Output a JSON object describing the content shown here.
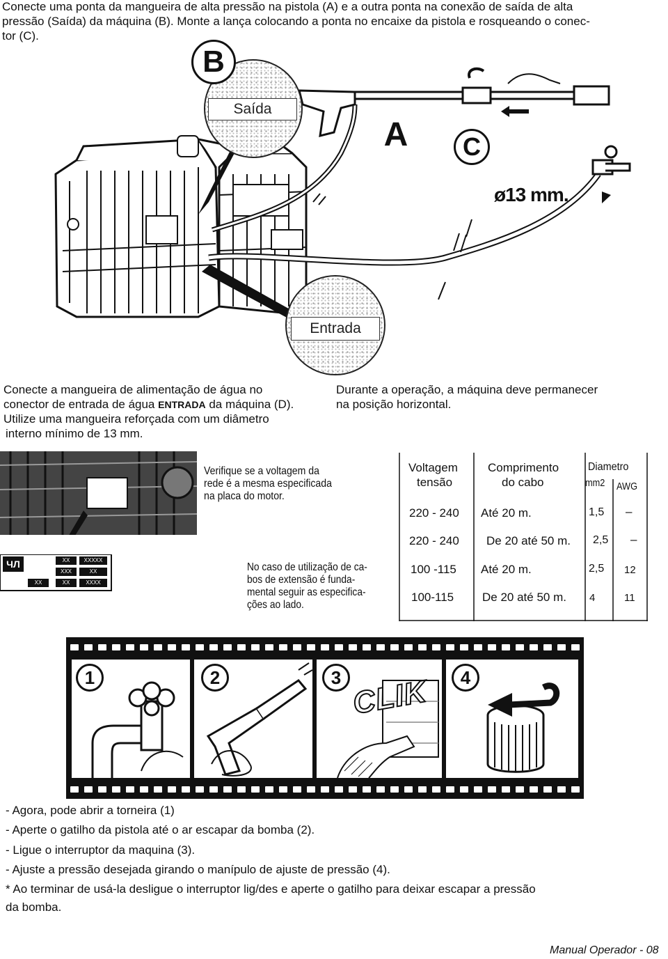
{
  "intro": {
    "line1": "Conecte uma ponta da mangueira de alta pressão na pistola (A) e a outra ponta na conexão de saída de alta",
    "line2": "pressão (Saída) da máquina (B). Monte a lança colocando a ponta no encaixe da pistola e rosqueando o conec-",
    "line3": "tor (C)."
  },
  "figure1": {
    "label_b": "B",
    "label_a": "A",
    "label_c": "C",
    "callout_saida": "Saída",
    "callout_entrada": "Entrada",
    "diameter": "ø13 mm."
  },
  "water_instruction": {
    "line1": "Conecte a mangueira de alimentação de água no",
    "line2_pre": "conector de entrada de água",
    "line2_bold": "ENTRADA",
    "line2_post": "da máquina (D).",
    "line3": "Utilize uma mangueira reforçada com um diâmetro",
    "line4": "interno mínimo de 13 mm."
  },
  "horizontal_note": {
    "line1": "Durante a operação, a máquina deve permanecer",
    "line2": "na posição horizontal."
  },
  "voltage_note": {
    "line1": "Verifique se a voltagem da",
    "line2": "rede é a mesma especificada",
    "line3": "na placa do motor."
  },
  "extension_note": {
    "line1": "No caso de utilização de ca-",
    "line2": "bos de extensão  é funda-",
    "line3": "mental seguir as especifica-",
    "line4": "ções ao lado."
  },
  "spec_table": {
    "headers": {
      "voltage_l1": "Voltagem",
      "voltage_l2": "tensão",
      "length_l1": "Comprimento",
      "length_l2": "do cabo",
      "diameter": "Diametro",
      "mm2": "mm2",
      "awg": "AWG"
    },
    "rows": [
      {
        "voltage": "220 - 240",
        "length": "Até 20 m.",
        "mm2": "1,5",
        "awg": "–"
      },
      {
        "voltage": "220 - 240",
        "length": "De 20 até 50 m.",
        "mm2": "2,5",
        "awg": "–"
      },
      {
        "voltage": "100 -115",
        "length": "Até 20 m.",
        "mm2": "2,5",
        "awg": "12"
      },
      {
        "voltage": "100-115",
        "length": "De 20 até 50 m.",
        "mm2": "4",
        "awg": "11"
      }
    ]
  },
  "plate": {
    "logo": "ЧЛ",
    "codes": [
      "XX",
      "XXXXX",
      "XXX",
      "XX",
      "XX",
      "XX",
      "XXXX"
    ]
  },
  "film_strip": {
    "steps": [
      "1",
      "2",
      "3",
      "4"
    ],
    "clik": "CLIK"
  },
  "steps_list": [
    "- Agora, pode abrir a torneira (1)",
    "- Aperte o gatilho da  pistola até o ar escapar da bomba (2).",
    "- Ligue o interruptor da maquina (3).",
    "- Ajuste a pressão desejada girando o manípulo de ajuste de pressão (4)."
  ],
  "final_note": {
    "line1": "*   Ao terminar de usá-la desligue o interruptor lig/des e aperte o gatilho para deixar escapar a pressão",
    "line2": "da bomba."
  },
  "footer": "Manual Operador - 08"
}
